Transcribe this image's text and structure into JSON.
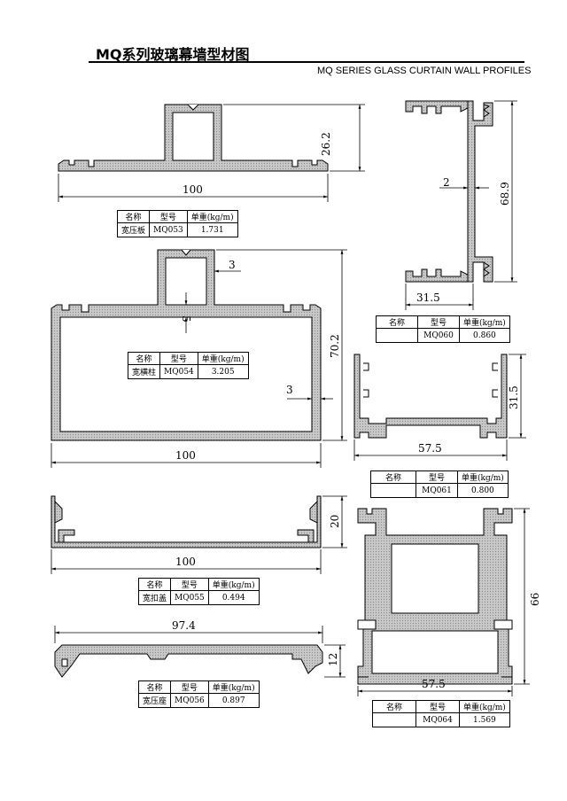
{
  "header": {
    "title_cn": "MQ系列玻璃幕墙型材图",
    "title_en": "MQ SERIES  GLASS CURTAIN WALL PROFILES"
  },
  "table_headers": {
    "name": "名称",
    "model": "型号",
    "weight": "单重(kg/m)"
  },
  "profiles": {
    "mq053": {
      "name": "宽压板",
      "model": "MQ053",
      "weight": "1.731",
      "dims": {
        "width": "100",
        "height": "26.2"
      }
    },
    "mq054": {
      "name": "宽横柱",
      "model": "MQ054",
      "weight": "3.205",
      "dims": {
        "width": "100",
        "height": "70.2",
        "wall_top": "3",
        "wall_side": "3",
        "web": "5"
      }
    },
    "mq055": {
      "name": "宽扣盖",
      "model": "MQ055",
      "weight": "0.494",
      "dims": {
        "width": "100",
        "height": "20"
      }
    },
    "mq056": {
      "name": "宽压座",
      "model": "MQ056",
      "weight": "0.897",
      "dims": {
        "width": "97.4",
        "height": "12"
      }
    },
    "mq060": {
      "name": "",
      "model": "MQ060",
      "weight": "0.860",
      "dims": {
        "width": "31.5",
        "height": "68.9",
        "wall": "2"
      }
    },
    "mq061": {
      "name": "",
      "model": "MQ061",
      "weight": "0.800",
      "dims": {
        "width": "57.5",
        "height": "31.5"
      }
    },
    "mq064": {
      "name": "",
      "model": "MQ064",
      "weight": "1.569",
      "dims": {
        "width": "57.5",
        "height": "66"
      }
    }
  }
}
